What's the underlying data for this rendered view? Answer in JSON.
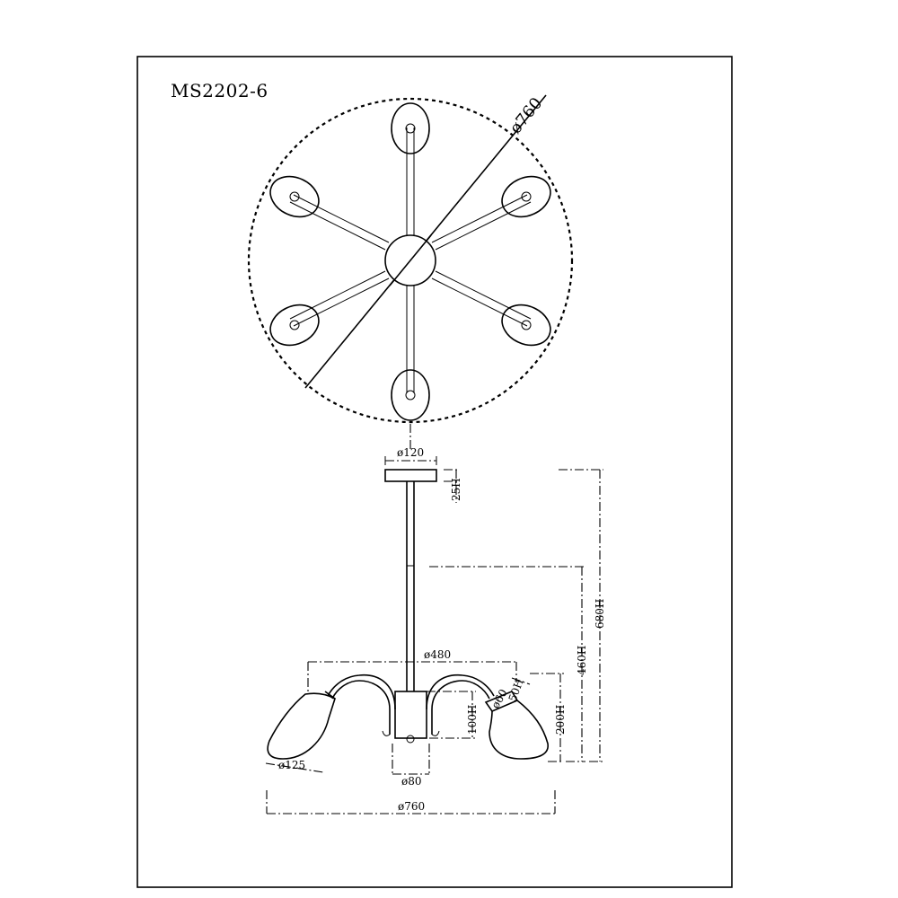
{
  "drawing": {
    "model": "MS2202-6",
    "dimensions": {
      "top_diameter": "ø760",
      "canopy_diameter": "ø120",
      "canopy_height": "25H",
      "total_height": "680H",
      "rod_height": "460H",
      "arm_span": "ø480",
      "arm_height": "200H",
      "body_height": "100H",
      "holder_height": "50H",
      "holder_diameter": "ø60",
      "shade_diameter": "ø125",
      "body_diameter": "ø80",
      "overall_diameter": "ø760"
    }
  }
}
